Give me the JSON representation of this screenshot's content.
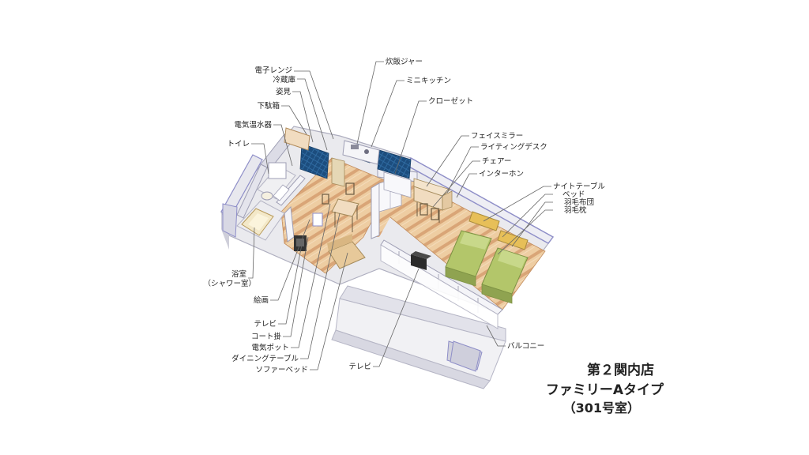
{
  "labels": {
    "microwave": "電子レンジ",
    "fridge": "冷蔵庫",
    "mirror": "姿見",
    "shoe_box": "下駄箱",
    "water_heater": "電気温水器",
    "toilet": "トイレ",
    "bath": "浴室",
    "bath_sub": "（シャワー室）",
    "painting": "絵画",
    "tv_left": "テレビ",
    "coat_hanger": "コート掛",
    "electric_pot": "電気ポット",
    "dining_table": "ダイニングテーブル",
    "sofa_bed": "ソファーベッド",
    "rice_cooker": "炊飯ジャー",
    "mini_kitchen": "ミニキッチン",
    "closet": "クローゼット",
    "face_mirror": "フェイスミラー",
    "writing_desk": "ライティングデスク",
    "chair": "チェアー",
    "intercom": "インターホン",
    "night_table": "ナイトテーブル",
    "bed": "ベッド",
    "duvet": "羽毛布団",
    "pillow": "羽毛枕",
    "balcony": "バルコニー",
    "tv_center": "テレビ"
  },
  "title": {
    "line1": "第２関内店",
    "line2": "ファミリーAタイプ",
    "line3": "（301号室）"
  },
  "colors": {
    "wall": "#e9e9e9",
    "wall_edge": "#b9b9c9",
    "floor_wood": "#e9c9a0",
    "floor_stripe": "#d9a878",
    "tile_blue": "#1e4f7e",
    "bed_green": "#b6c96a",
    "bed_frame": "#d9b45a",
    "accent_purple": "#8e8ec8"
  }
}
